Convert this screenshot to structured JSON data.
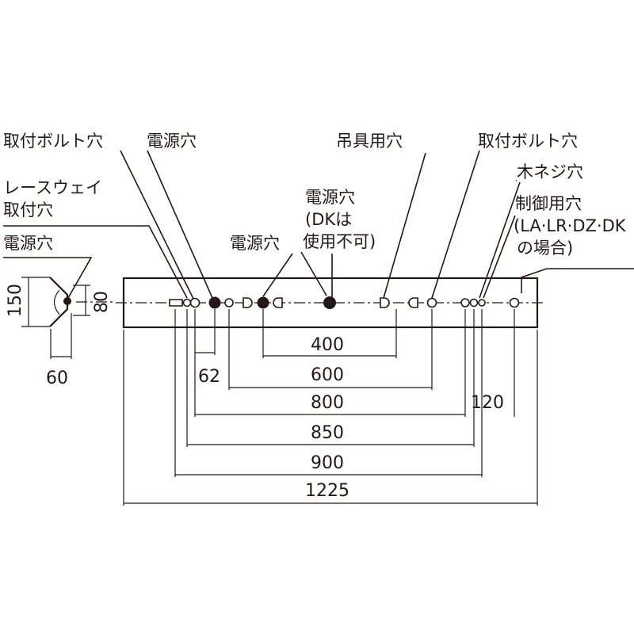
{
  "labels": {
    "bolt_hole_left": "取付ボルト穴",
    "power_hole_top": "電源穴",
    "hanger_hole": "吊具用穴",
    "bolt_hole_right": "取付ボルト穴",
    "wood_screw_hole": "木ネジ穴",
    "raceway_line1": "レースウェイ",
    "raceway_line2": "取付穴",
    "power_hole_side": "電源穴",
    "control_line1": "制御用穴",
    "control_line2": "(LA·LR·DZ·DK",
    "control_line3": "の場合)",
    "power_dk_line1": "電源穴",
    "power_dk_line2": "(DKは",
    "power_dk_line3": "使用不可)",
    "power_hole_mid": "電源穴"
  },
  "dimensions": {
    "end_height": "150",
    "end_inner": "80",
    "end_width": "60",
    "d62": "62",
    "d400": "400",
    "d600": "600",
    "d800": "800",
    "d850": "850",
    "d900": "900",
    "d1225": "1225",
    "d120": "120"
  }
}
